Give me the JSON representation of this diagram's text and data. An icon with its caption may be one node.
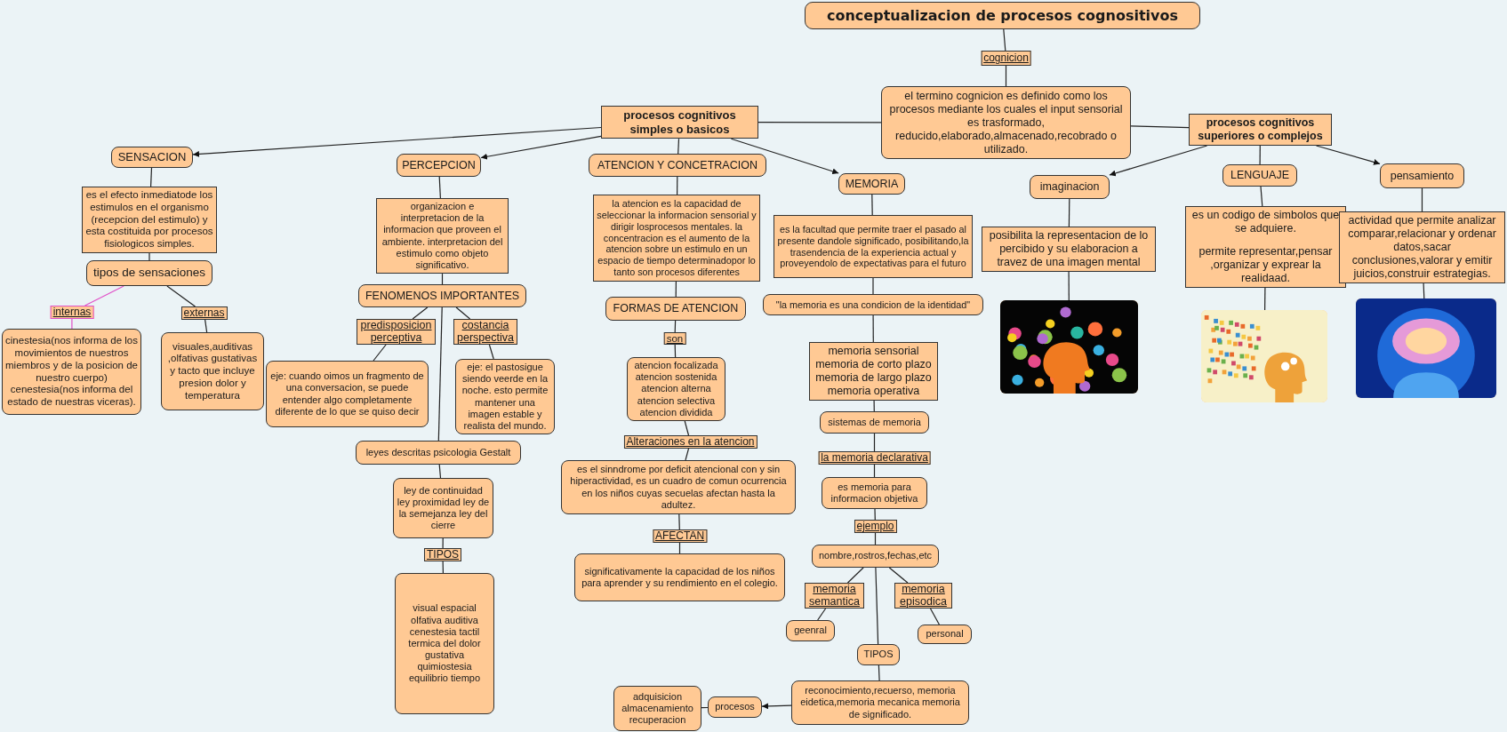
{
  "diagram": {
    "nodes": [
      {
        "text": [
          "conceptualizacion de procesos cognositivos"
        ]
      },
      {
        "text": [
          "cognicion"
        ]
      },
      {
        "text": [
          "el termino cognicion es definido como los procesos mediante los cuales el input sensorial es trasformado, reducido,elaborado,almacenado,recobrado o utilizado."
        ]
      },
      {
        "text": [
          "procesos cognitivos simples o basicos"
        ]
      },
      {
        "text": [
          "procesos cognitivos superiores o complejos"
        ]
      },
      {
        "text": [
          "SENSACION"
        ]
      },
      {
        "text": [
          "es el efecto inmediatode los estimulos en el organismo (recepcion del estimulo) y esta costituida por procesos fisiologicos simples."
        ]
      },
      {
        "text": [
          "tipos de sensaciones"
        ]
      },
      {
        "text": [
          "internas"
        ]
      },
      {
        "text": [
          "externas"
        ]
      },
      {
        "text": [
          "cinestesia(nos informa de los movimientos de nuestros miembros y de la posicion de nuestro cuerpo) cenestesia(nos informa del estado de nuestras viceras)."
        ]
      },
      {
        "text": [
          "visuales,auditivas ,olfativas gustativas y tacto que incluye presion dolor y temperatura"
        ]
      },
      {
        "text": [
          "PERCEPCION"
        ]
      },
      {
        "text": [
          "organizacion e interpretacion de la informacion que proveen el ambiente. interpretacion del estimulo como objeto significativo."
        ]
      },
      {
        "text": [
          "FENOMENOS IMPORTANTES"
        ]
      },
      {
        "text": [
          "predisposicion perceptiva"
        ]
      },
      {
        "text": [
          "costancia perspectiva"
        ]
      },
      {
        "text": [
          "eje: cuando oimos un fragmento de una conversacion, se puede entender algo completamente diferente de lo que se quiso decir"
        ]
      },
      {
        "text": [
          "eje: el pastosigue siendo veerde en la noche. esto permite mantener una imagen estable y realista del mundo."
        ]
      },
      {
        "text": [
          "leyes descritas psicologia Gestalt"
        ]
      },
      {
        "text": [
          "ley de continuidad ley proximidad ley de la semejanza ley del cierre"
        ]
      },
      {
        "text": [
          "TIPOS"
        ]
      },
      {
        "text": [
          "visual espacial olfativa auditiva cenestesia tactil termica del dolor gustativa quimiostesia equilibrio tiempo"
        ]
      },
      {
        "text": [
          "ATENCION Y CONCETRACION"
        ]
      },
      {
        "text": [
          "la atencion es la capacidad de seleccionar la informacion sensorial y dirigir losprocesos mentales. la concentracion es el aumento de la atencion sobre un estimulo en un espacio de tiempo determinadopor lo tanto son procesos diferentes"
        ]
      },
      {
        "text": [
          "FORMAS DE ATENCION"
        ]
      },
      {
        "text": [
          "son"
        ]
      },
      {
        "text": [
          "atencion focalizada atencion sostenida atencion alterna atencion selectiva atencion dividida"
        ]
      },
      {
        "text": [
          "Alteraciones en la atencion"
        ]
      },
      {
        "text": [
          "es el sinndrome por deficit atencional con y sin hiperactividad, es un cuadro de comun ocurrencia en los niños cuyas secuelas afectan hasta la adultez."
        ]
      },
      {
        "text": [
          "AFECTAN"
        ]
      },
      {
        "text": [
          "significativamente la capacidad de los niños para aprender y su rendimiento en el colegio."
        ]
      },
      {
        "text": [
          "MEMORIA"
        ]
      },
      {
        "text": [
          "es la facultad que permite traer el pasado al presente dandole significado, posibilitando,la trasendencia de la experiencia actual y proveyendolo de expectativas para el futuro"
        ]
      },
      {
        "text": [
          "\"la memoria es una condicion de la identidad\""
        ]
      },
      {
        "text": [
          "memoria sensorial memoria de corto plazo memoria de largo plazo memoria operativa"
        ]
      },
      {
        "text": [
          "sistemas de memoria"
        ]
      },
      {
        "text": [
          "la memoria declarativa"
        ]
      },
      {
        "text": [
          "es memoria para informacion objetiva"
        ]
      },
      {
        "text": [
          "ejemplo"
        ]
      },
      {
        "text": [
          "nombre,rostros,fechas,etc"
        ]
      },
      {
        "text": [
          "memoria semantica"
        ]
      },
      {
        "text": [
          "memoria episodica"
        ]
      },
      {
        "text": [
          "geenral"
        ]
      },
      {
        "text": [
          "personal"
        ]
      },
      {
        "text": [
          "TIPOS"
        ]
      },
      {
        "text": [
          "reconocimiento,recuerso, memoria eidetica,memoria mecanica memoria de significado."
        ]
      },
      {
        "text": [
          "procesos"
        ]
      },
      {
        "text": [
          "adquisicion almacenamiento recuperacion"
        ]
      },
      {
        "text": [
          "imaginacion"
        ]
      },
      {
        "text": [
          "posibilita la representacion de lo percibido y su elaboracion a travez de una imagen mental"
        ]
      },
      {
        "text": [],
        "shape": "picture"
      },
      {
        "text": [
          "LENGUAJE"
        ]
      },
      {
        "text": [
          "es un codigo de simbolos que se adquiere.",
          "permite representar,pensar ,organizar y exprear la realidaad."
        ]
      },
      {
        "text": [],
        "shape": "picture"
      },
      {
        "text": [
          "pensamiento"
        ]
      },
      {
        "text": [
          "actividad que permite analizar comparar,relacionar y ordenar datos,sacar conclusiones,valorar y emitir juicios,construir estrategias."
        ]
      },
      {
        "text": [],
        "shape": "picture"
      }
    ],
    "edges": [
      {
        "from": 0,
        "to": 1,
        "arrow": "none"
      },
      {
        "from": 1,
        "to": 2,
        "arrow": "none"
      },
      {
        "from": 2,
        "to": 3,
        "arrow": "none"
      },
      {
        "from": 2,
        "to": 4,
        "arrow": "none"
      },
      {
        "from": 3,
        "to": 5,
        "arrow": "to"
      },
      {
        "from": 3,
        "to": 12,
        "arrow": "to"
      },
      {
        "from": 3,
        "to": 23,
        "arrow": "none"
      },
      {
        "from": 3,
        "to": 32,
        "arrow": "to"
      },
      {
        "from": 4,
        "to": 49,
        "arrow": "to"
      },
      {
        "from": 4,
        "to": 52,
        "arrow": "none"
      },
      {
        "from": 4,
        "to": 55,
        "arrow": "to"
      },
      {
        "from": 5,
        "to": 6,
        "arrow": "none"
      },
      {
        "from": 6,
        "to": 7,
        "arrow": "none"
      },
      {
        "from": 7,
        "to": 8,
        "arrow": "none",
        "color": "#e050c8"
      },
      {
        "from": 7,
        "to": 9,
        "arrow": "none"
      },
      {
        "from": 8,
        "to": 10,
        "arrow": "none",
        "color": "#e050c8"
      },
      {
        "from": 9,
        "to": 11,
        "arrow": "none"
      },
      {
        "from": 12,
        "to": 13,
        "arrow": "none"
      },
      {
        "from": 13,
        "to": 14,
        "arrow": "none"
      },
      {
        "from": 14,
        "to": 15,
        "arrow": "none"
      },
      {
        "from": 14,
        "to": 16,
        "arrow": "none"
      },
      {
        "from": 14,
        "to": 19,
        "arrow": "none"
      },
      {
        "from": 15,
        "to": 17,
        "arrow": "none"
      },
      {
        "from": 16,
        "to": 18,
        "arrow": "none"
      },
      {
        "from": 19,
        "to": 20,
        "arrow": "none"
      },
      {
        "from": 20,
        "to": 21,
        "arrow": "none"
      },
      {
        "from": 21,
        "to": 22,
        "arrow": "none"
      },
      {
        "from": 23,
        "to": 24,
        "arrow": "none"
      },
      {
        "from": 24,
        "to": 25,
        "arrow": "none"
      },
      {
        "from": 25,
        "to": 26,
        "arrow": "none"
      },
      {
        "from": 26,
        "to": 27,
        "arrow": "none"
      },
      {
        "from": 27,
        "to": 28,
        "arrow": "none"
      },
      {
        "from": 28,
        "to": 29,
        "arrow": "none"
      },
      {
        "from": 29,
        "to": 30,
        "arrow": "none"
      },
      {
        "from": 30,
        "to": 31,
        "arrow": "none"
      },
      {
        "from": 32,
        "to": 33,
        "arrow": "none"
      },
      {
        "from": 33,
        "to": 34,
        "arrow": "none"
      },
      {
        "from": 34,
        "to": 35,
        "arrow": "none"
      },
      {
        "from": 35,
        "to": 36,
        "arrow": "none"
      },
      {
        "from": 36,
        "to": 37,
        "arrow": "none"
      },
      {
        "from": 37,
        "to": 38,
        "arrow": "none"
      },
      {
        "from": 38,
        "to": 39,
        "arrow": "none"
      },
      {
        "from": 39,
        "to": 40,
        "arrow": "none"
      },
      {
        "from": 40,
        "to": 41,
        "arrow": "none"
      },
      {
        "from": 40,
        "to": 42,
        "arrow": "none"
      },
      {
        "from": 40,
        "to": 45,
        "arrow": "none"
      },
      {
        "from": 41,
        "to": 43,
        "arrow": "none"
      },
      {
        "from": 42,
        "to": 44,
        "arrow": "none"
      },
      {
        "from": 45,
        "to": 46,
        "arrow": "none"
      },
      {
        "from": 46,
        "to": 47,
        "arrow": "to"
      },
      {
        "from": 47,
        "to": 48,
        "arrow": "none"
      },
      {
        "from": 49,
        "to": 50,
        "arrow": "none"
      },
      {
        "from": 50,
        "to": 51,
        "arrow": "none"
      },
      {
        "from": 52,
        "to": 53,
        "arrow": "none"
      },
      {
        "from": 53,
        "to": 54,
        "arrow": "none"
      },
      {
        "from": 55,
        "to": 56,
        "arrow": "none"
      },
      {
        "from": 56,
        "to": 57,
        "arrow": "none"
      }
    ]
  }
}
